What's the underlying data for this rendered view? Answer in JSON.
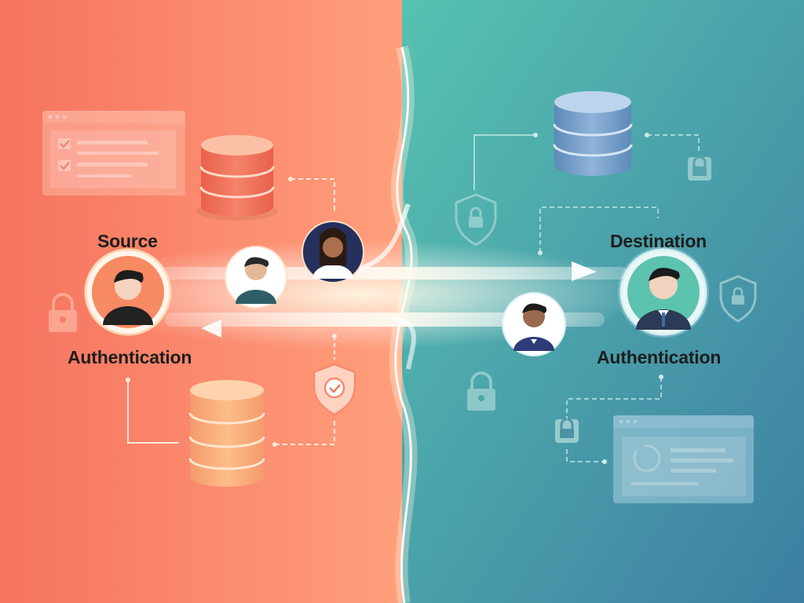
{
  "source": {
    "title": "Source",
    "subtitle": "Authentication"
  },
  "destination": {
    "title": "Destination",
    "subtitle": "Authentication"
  },
  "colors": {
    "left_bg_start": "#f6735f",
    "left_bg_end": "#ffa27c",
    "right_bg_start": "#55bfb0",
    "right_bg_end": "#3b7fa0",
    "left_db": "#f2785f",
    "left_db_light": "#fbb27f",
    "right_db": "#7ba6cf",
    "arrow_glow": "#ffffff"
  },
  "icons": [
    "browser-window-icon",
    "database-icon",
    "user-avatar-icon",
    "lock-icon",
    "shield-check-icon",
    "shield-lock-icon",
    "sync-icon",
    "arrow-right-icon",
    "arrow-left-icon"
  ]
}
